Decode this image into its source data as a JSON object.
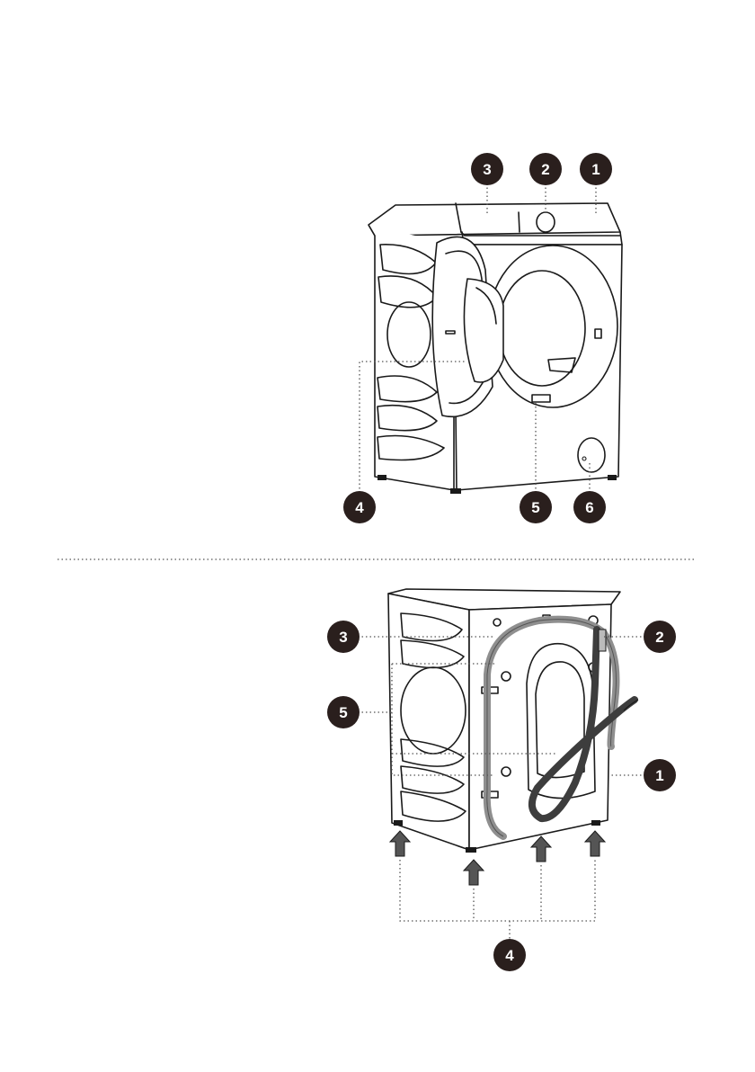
{
  "colors": {
    "callout_fill": "#2a1f1d",
    "callout_text": "#ffffff",
    "line": "#1a1a1a",
    "hose_grey": "#8f8f8f",
    "hose_dark": "#3d3d3d",
    "arrow_fill": "#555555"
  },
  "front_view": {
    "callouts": [
      {
        "id": "front-callout-3",
        "label": "3"
      },
      {
        "id": "front-callout-2",
        "label": "2"
      },
      {
        "id": "front-callout-1",
        "label": "1"
      },
      {
        "id": "front-callout-4",
        "label": "4"
      },
      {
        "id": "front-callout-5",
        "label": "5"
      },
      {
        "id": "front-callout-6",
        "label": "6"
      }
    ]
  },
  "rear_view": {
    "callouts": [
      {
        "id": "rear-callout-3",
        "label": "3"
      },
      {
        "id": "rear-callout-2",
        "label": "2"
      },
      {
        "id": "rear-callout-5",
        "label": "5"
      },
      {
        "id": "rear-callout-1",
        "label": "1"
      },
      {
        "id": "rear-callout-4",
        "label": "4"
      }
    ]
  }
}
